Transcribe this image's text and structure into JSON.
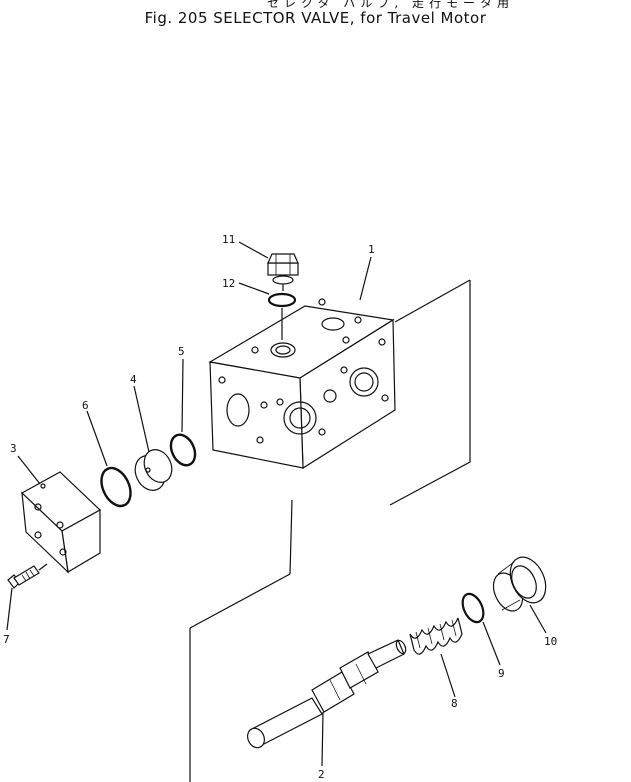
{
  "header": {
    "japanese": "セレクタ バルブ, 走行モータ用",
    "title": "Fig. 205  SELECTOR VALVE, for Travel Motor"
  },
  "callouts": [
    "1",
    "2",
    "3",
    "4",
    "5",
    "6",
    "7",
    "8",
    "9",
    "10",
    "11",
    "12"
  ]
}
